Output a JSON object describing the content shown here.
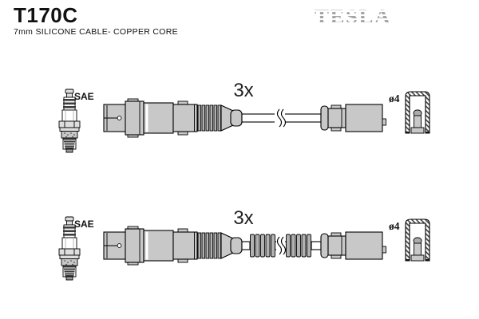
{
  "header": {
    "part_number": "T170C",
    "subtitle": "7mm SILICONE CABLE- COPPER CORE",
    "brand_logo": "TESLA"
  },
  "colors": {
    "ink": "#000000",
    "body_gray": "#c8c8c8",
    "light_gray": "#dedede",
    "rib_gray": "#b2b2b2",
    "dark_band": "#3c3c3c",
    "logo_gray": "#a5a5a5"
  },
  "rows": [
    {
      "sae_label": "SAE",
      "qty_label": "3x",
      "dia_label": "ø4"
    },
    {
      "sae_label": "SAE",
      "qty_label": "3x",
      "dia_label": "ø4"
    }
  ]
}
